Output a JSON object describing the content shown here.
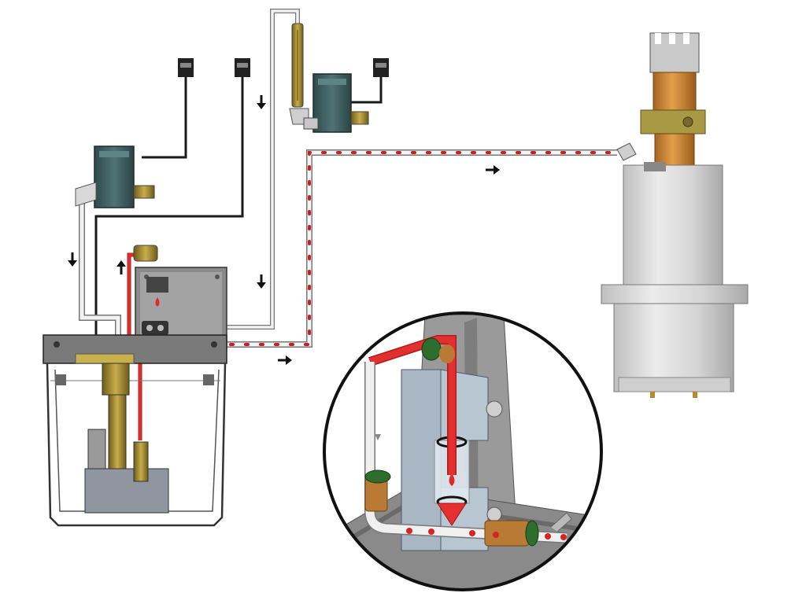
{
  "diagram": {
    "kind": "oil-air-lubrication-system",
    "colors": {
      "oil": "#d62424",
      "air_line": "#ececec",
      "air_line_edge": "#777777",
      "signal_wire": "#1a1a1a",
      "valve_body": "#3f6062",
      "spindle_copper": "#c98435",
      "spindle_nut": "#a2923c",
      "spindle_body": "#d8d8d8",
      "tank_frame": "#444444",
      "brass": "#b59a3a",
      "green_ring": "#2d6d2d",
      "flow_arrow": "#111111"
    },
    "components": [
      {
        "id": "oil-reservoir"
      },
      {
        "id": "oil-pump"
      },
      {
        "id": "mixing-block"
      },
      {
        "id": "solenoid-valve-left"
      },
      {
        "id": "solenoid-valve-top"
      },
      {
        "id": "air-flow-meter"
      },
      {
        "id": "electrical-connector",
        "count": 3
      },
      {
        "id": "spindle"
      },
      {
        "id": "detail-magnifier"
      }
    ],
    "flow_arrows": [
      {
        "id": "arrow-air-left",
        "direction": "down"
      },
      {
        "id": "arrow-oil-up",
        "direction": "up"
      },
      {
        "id": "arrow-air-top",
        "direction": "down"
      },
      {
        "id": "arrow-air-block",
        "direction": "down"
      },
      {
        "id": "arrow-mix-out",
        "direction": "right"
      },
      {
        "id": "arrow-mix-spindle",
        "direction": "right"
      }
    ]
  }
}
